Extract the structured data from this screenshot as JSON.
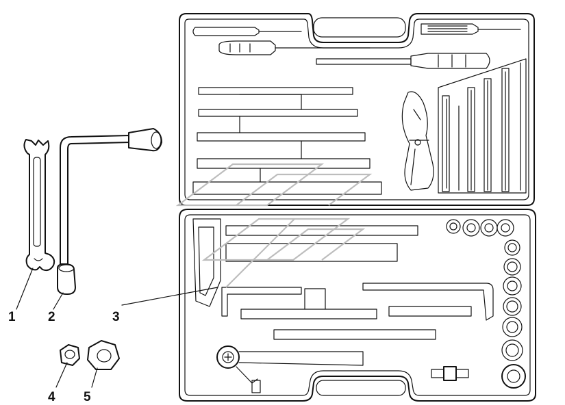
{
  "callouts": [
    {
      "id": "1",
      "label": "1",
      "part": "open-end-wrench"
    },
    {
      "id": "2",
      "label": "2",
      "part": "l-socket-wrench"
    },
    {
      "id": "3",
      "label": "3",
      "part": "tool-case"
    },
    {
      "id": "4",
      "label": "4",
      "part": "small-nut"
    },
    {
      "id": "5",
      "label": "5",
      "part": "large-nut"
    }
  ],
  "colors": {
    "line": "#111111",
    "background": "#ffffff",
    "watermark": "#bdbdbd"
  }
}
